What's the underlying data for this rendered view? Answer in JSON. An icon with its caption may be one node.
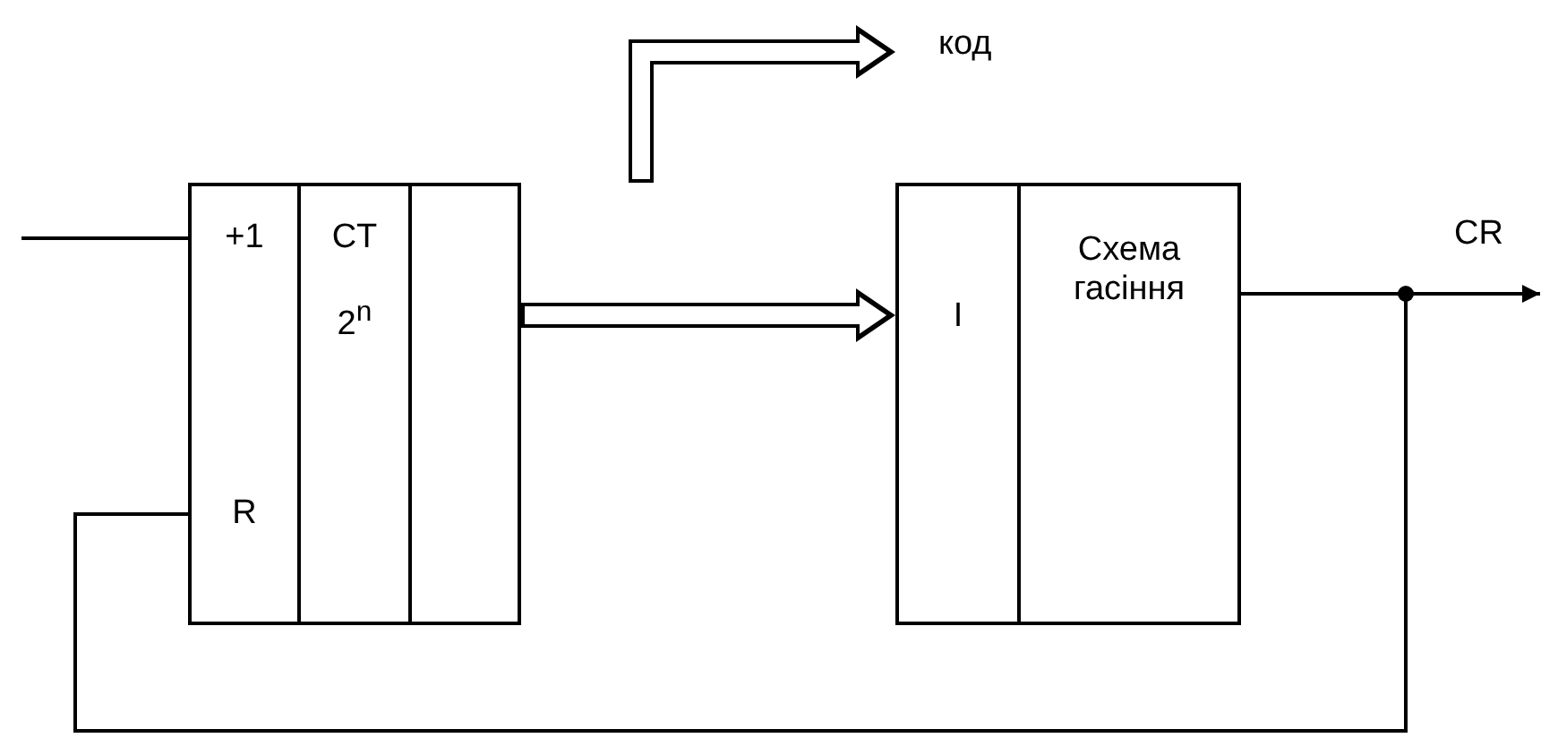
{
  "diagram": {
    "nodes": [
      {
        "text": [
          "+1",
          "R"
        ]
      },
      {
        "text": [
          "CT",
          "2$^{n}$"
        ]
      },
      {
        "text": [],
        "shape": "box"
      },
      {
        "text": [
          "I"
        ]
      },
      {
        "text": [
          "Схема гасіння"
        ]
      },
      {
        "text": [
          "код"
        ]
      }
    ],
    "edges": [
      {
        "from": null,
        "to": 0,
        "arrow": "none"
      },
      {
        "from": 2,
        "to": 3,
        "arrow": "to",
        "style": "thick"
      },
      {
        "from": null,
        "to": 5,
        "arrow": "to",
        "style": "thick"
      },
      {
        "from": 4,
        "to": null,
        "arrow": "to",
        "label": "CR"
      },
      {
        "from": 4,
        "to": 0,
        "arrow": "none"
      }
    ]
  }
}
